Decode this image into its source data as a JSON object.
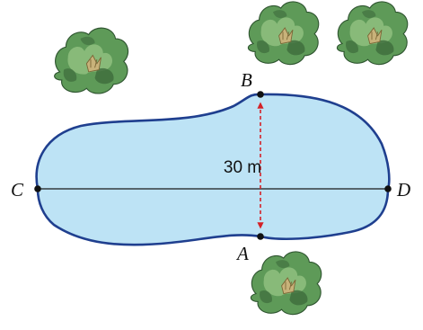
{
  "points": {
    "A": "A",
    "B": "B",
    "C": "C",
    "D": "D"
  },
  "measurement": "30 m",
  "colors": {
    "pond_fill": "#bde3f5",
    "pond_outline": "#1f3f8f",
    "arrow": "#d42127",
    "line": "#1a1a1a",
    "tree_dark": "#3d6b3c",
    "tree_mid": "#5e9a58",
    "tree_light": "#8fc07f",
    "tree_trunk": "#c8b27a"
  },
  "icons": [
    "tree-icon"
  ]
}
